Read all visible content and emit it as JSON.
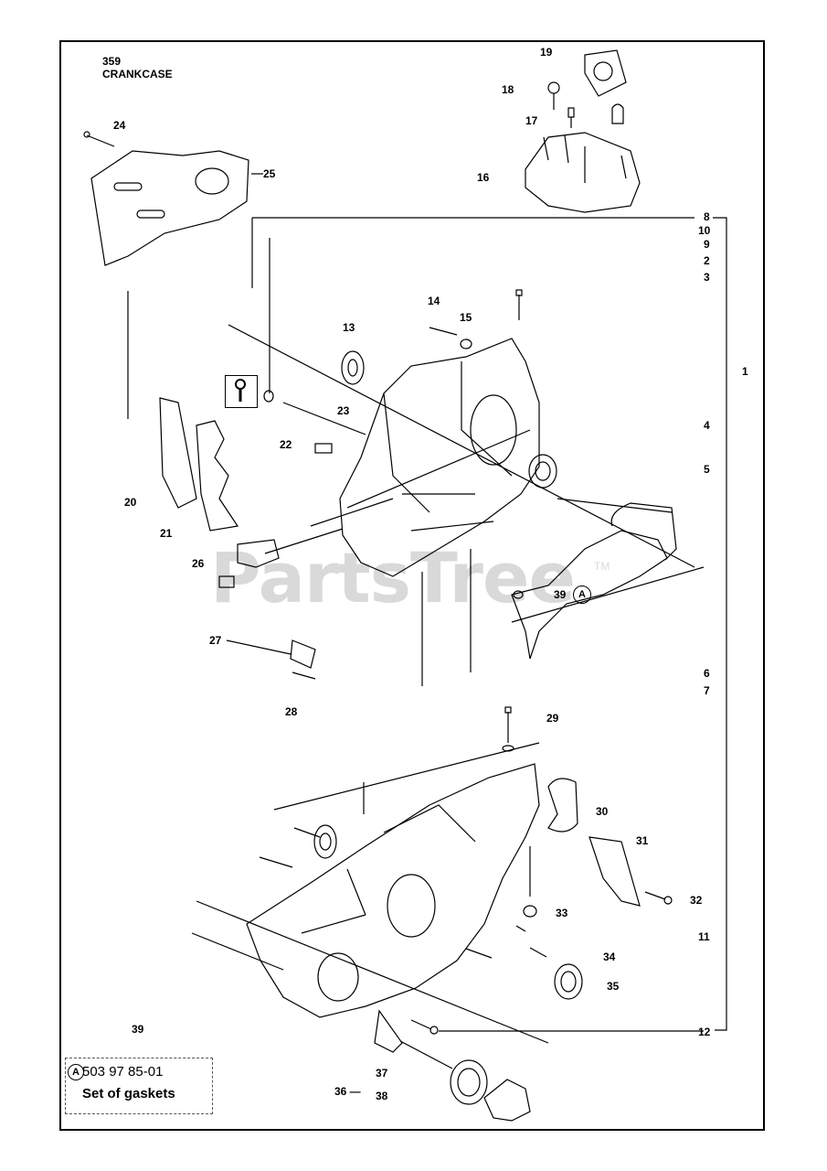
{
  "header": {
    "page_number": "359",
    "section": "CRANKCASE"
  },
  "watermark": {
    "text": "PartsTree",
    "tm": "TM"
  },
  "callouts": [
    {
      "id": "c19",
      "text": "19"
    },
    {
      "id": "c18",
      "text": "18"
    },
    {
      "id": "c17",
      "text": "17"
    },
    {
      "id": "c16",
      "text": "16"
    },
    {
      "id": "c24",
      "text": "24"
    },
    {
      "id": "c25",
      "text": "25"
    },
    {
      "id": "c8",
      "text": "8"
    },
    {
      "id": "c10",
      "text": "10"
    },
    {
      "id": "c9",
      "text": "9"
    },
    {
      "id": "c2",
      "text": "2"
    },
    {
      "id": "c3",
      "text": "3"
    },
    {
      "id": "c14",
      "text": "14"
    },
    {
      "id": "c15",
      "text": "15"
    },
    {
      "id": "c13",
      "text": "13"
    },
    {
      "id": "c1",
      "text": "1"
    },
    {
      "id": "c23",
      "text": "23"
    },
    {
      "id": "c4",
      "text": "4"
    },
    {
      "id": "c22",
      "text": "22"
    },
    {
      "id": "c5",
      "text": "5"
    },
    {
      "id": "c20",
      "text": "20"
    },
    {
      "id": "c21",
      "text": "21"
    },
    {
      "id": "c26",
      "text": "26"
    },
    {
      "id": "c39a",
      "text": "39"
    },
    {
      "id": "c27",
      "text": "27"
    },
    {
      "id": "c6",
      "text": "6"
    },
    {
      "id": "c7",
      "text": "7"
    },
    {
      "id": "c28",
      "text": "28"
    },
    {
      "id": "c29",
      "text": "29"
    },
    {
      "id": "c30",
      "text": "30"
    },
    {
      "id": "c31",
      "text": "31"
    },
    {
      "id": "c32",
      "text": "32"
    },
    {
      "id": "c33",
      "text": "33"
    },
    {
      "id": "c11",
      "text": "11"
    },
    {
      "id": "c34",
      "text": "34"
    },
    {
      "id": "c35",
      "text": "35"
    },
    {
      "id": "c12",
      "text": "12"
    },
    {
      "id": "c37",
      "text": "37"
    },
    {
      "id": "c36",
      "text": "36 —"
    },
    {
      "id": "c38",
      "text": "38"
    }
  ],
  "gasket_marker": "A",
  "kit": {
    "callout": "39",
    "marker": "A",
    "part_number": "503 97 85-01",
    "description": "Set of gaskets"
  },
  "icons": {
    "tool": "wrench-icon"
  }
}
